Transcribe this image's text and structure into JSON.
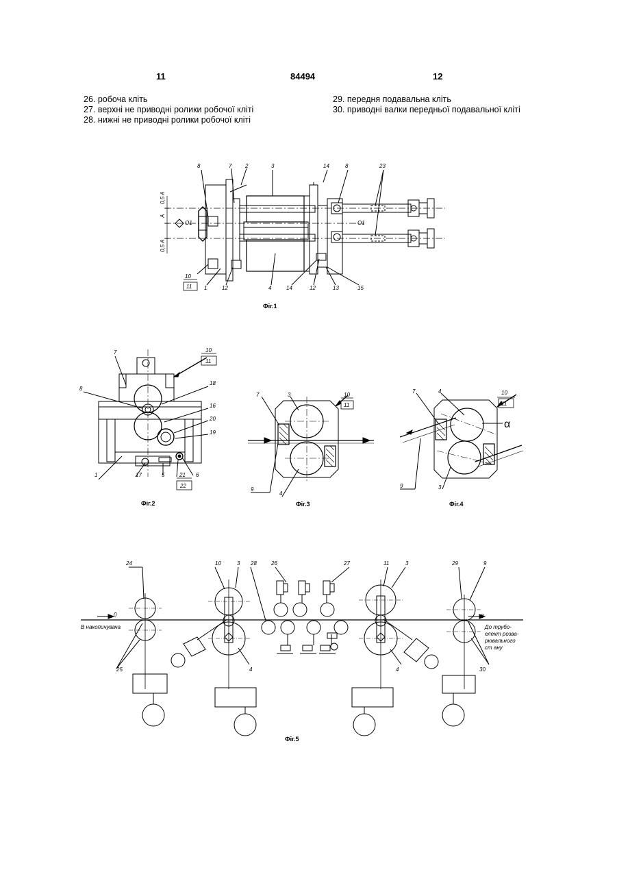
{
  "header": {
    "page_left": "11",
    "patent_number": "84494",
    "page_right": "12"
  },
  "legend": {
    "left": [
      "26. робоча кліть",
      "27. верхні не приводні ролики робочої кліті",
      "28. нижні не приводні ролики робочої кліті"
    ],
    "right": [
      "29. передня подавальна кліть",
      "30. приводні валки передньої подавальної кліті"
    ]
  },
  "fig1": {
    "caption": "Фіг.1",
    "labels": {
      "l8a": "8",
      "l7": "7",
      "l2": "2",
      "l3": "3",
      "l14a": "14",
      "l8b": "8",
      "l23": "23",
      "l10": "10",
      "l11": "11",
      "l1": "1",
      "l12a": "12",
      "l4": "4",
      "l14b": "14",
      "l12b": "12",
      "l13": "13",
      "l15": "15",
      "o1a": "O1",
      "o1b": "O1",
      "d05a_top": "0,5 A",
      "dA": "A",
      "d05a_bot": "0,5 A"
    }
  },
  "fig2": {
    "caption": "Фіг.2",
    "labels": {
      "l7": "7",
      "l10": "10",
      "l11": "11",
      "l8": "8",
      "l18": "18",
      "l16": "16",
      "l20": "20",
      "l19": "19",
      "l1": "1",
      "l17": "17",
      "l5": "5",
      "l21": "21",
      "l6": "6",
      "l22": "22"
    }
  },
  "fig3": {
    "caption": "Фіг.3",
    "labels": {
      "l7": "7",
      "l3": "3",
      "l10": "10",
      "l11": "11",
      "l9": "9",
      "l4": "4"
    }
  },
  "fig4": {
    "caption": "Фіг.4",
    "labels": {
      "l7": "7",
      "l4": "4",
      "l10": "10",
      "l11": "11",
      "alpha": "α",
      "l9": "9",
      "l3": "3"
    }
  },
  "fig5": {
    "caption": "Фіг.5",
    "labels": {
      "l24": "24",
      "l10": "10",
      "l3a": "3",
      "l28": "28",
      "l26": "26",
      "l27": "27",
      "l11": "11",
      "l3b": "3",
      "l29": "29",
      "l9": "9",
      "zero_left": "0",
      "zero_right": "0",
      "from_text": "В накопичувача",
      "to_line1": "До трубо-",
      "to_line2": "елект розва-",
      "to_line3": "рювального",
      "to_line4": "ст ану",
      "l25": "25",
      "l4a": "4",
      "l4b": "4",
      "l30": "30"
    }
  }
}
